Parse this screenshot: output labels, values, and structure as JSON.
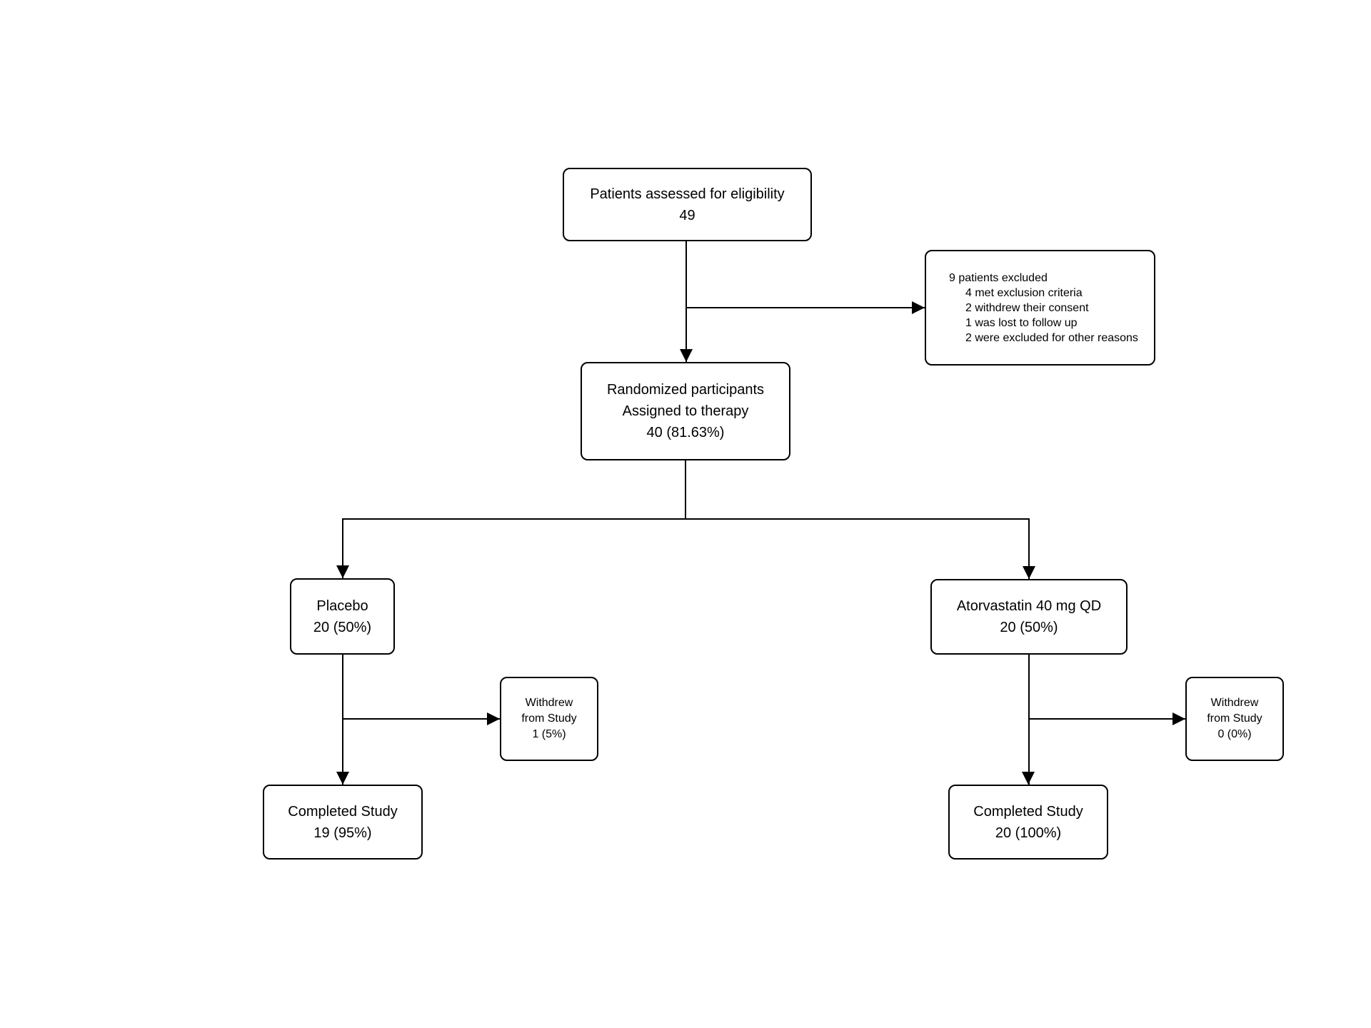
{
  "diagram": {
    "type": "consort-participant-flow",
    "colors": {
      "background": "#ffffff",
      "box_fill": "#ffffff",
      "box_border": "#000000",
      "line": "#000000",
      "text": "#000000"
    },
    "nodes": {
      "eligibility": {
        "lines": [
          "Patients assessed for eligibility",
          "49"
        ]
      },
      "excluded": {
        "lines": [
          "9 patients excluded",
          "4 met exclusion criteria",
          "2 withdrew their consent",
          "1 was lost to follow up",
          "2 were excluded for other reasons"
        ]
      },
      "randomized": {
        "lines": [
          "Randomized participants",
          "Assigned to therapy",
          "40 (81.63%)"
        ]
      },
      "placebo": {
        "lines": [
          "Placebo",
          "20 (50%)"
        ]
      },
      "atorvastatin": {
        "lines": [
          "Atorvastatin 40 mg QD",
          "20 (50%)"
        ]
      },
      "withdrew_placebo": {
        "lines": [
          "Withdrew",
          "from Study",
          "1 (5%)"
        ]
      },
      "withdrew_atorvastatin": {
        "lines": [
          "Withdrew",
          "from Study",
          "0 (0%)"
        ]
      },
      "completed_placebo": {
        "lines": [
          "Completed Study",
          "19 (95%)"
        ]
      },
      "completed_atorvastatin": {
        "lines": [
          "Completed Study",
          "20 (100%)"
        ]
      }
    }
  }
}
